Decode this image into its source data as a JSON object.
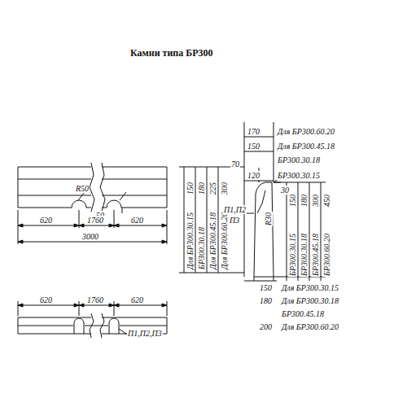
{
  "diagram": {
    "title": "Камни типа БР300",
    "labels": [
      "R50",
      "50",
      "620",
      "1760",
      "620",
      "3000",
      "620",
      "1760",
      "620",
      "П1,П2,П3",
      "150",
      "Для БР300.30.15",
      "180",
      "БР300.30.18",
      "225",
      "Для БР300.45.18",
      "300",
      "Для БР300.60.20",
      "П1,П2",
      "П3",
      "170",
      "Для БР300.60.20",
      "150",
      "Для БР300.45.18",
      "БР300.30.18",
      "120",
      "БР300.30.15",
      "70",
      "30",
      "R30",
      "150",
      "БР300.30.15",
      "180",
      "БР300.30.18",
      "300",
      "БР300.45.18",
      "450",
      "БР300.60.20",
      "150",
      "Для БР300.30.15",
      "180",
      "Для БР300.30.18",
      "БР300.45.18",
      "200",
      "Для БР300.60.20"
    ]
  }
}
